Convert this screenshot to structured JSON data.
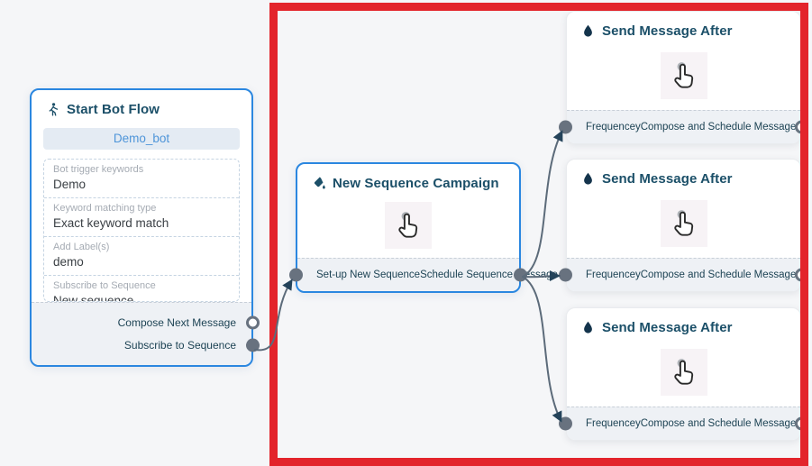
{
  "colors": {
    "canvas_background": "#f5f6f8",
    "highlight_rectangle": "#e3242b",
    "selected_node_border": "#2b87e0",
    "edge": "#5c6b7a",
    "edge_arrow": "#24435a",
    "node_title": "#1b4f68",
    "bot_button_bg": "#e4ebf3",
    "bot_button_text": "#4e95d9",
    "handle": "#68727f"
  },
  "nodes": {
    "start": {
      "title": "Start Bot Flow",
      "icon": "walking-person-icon",
      "bot_button": "Demo_bot",
      "fields": [
        {
          "label": "Bot trigger keywords",
          "value": "Demo"
        },
        {
          "label": "Keyword matching type",
          "value": "Exact keyword match"
        },
        {
          "label": "Add Label(s)",
          "value": "demo"
        },
        {
          "label": "Subscribe to Sequence",
          "value": "New sequence"
        }
      ],
      "outputs": [
        {
          "label": "Compose Next Message",
          "handle": "empty"
        },
        {
          "label": "Subscribe to Sequence",
          "handle": "filled"
        }
      ]
    },
    "campaign": {
      "title": "New Sequence Campaign",
      "icon": "paint-bucket-icon",
      "input": {
        "label": "Set-up New Sequence",
        "handle": "filled"
      },
      "output": {
        "label": "Schedule Sequence Message",
        "handle": "filled"
      }
    },
    "send": [
      {
        "title": "Send Message After",
        "icon": "droplet-icon",
        "input": "Frequencey",
        "output": "Compose and Schedule Message"
      },
      {
        "title": "Send Message After",
        "icon": "droplet-icon",
        "input": "Frequencey",
        "output": "Compose and Schedule Message"
      },
      {
        "title": "Send Message After",
        "icon": "droplet-icon",
        "input": "Frequencey",
        "output": "Compose and Schedule Message"
      }
    ]
  }
}
